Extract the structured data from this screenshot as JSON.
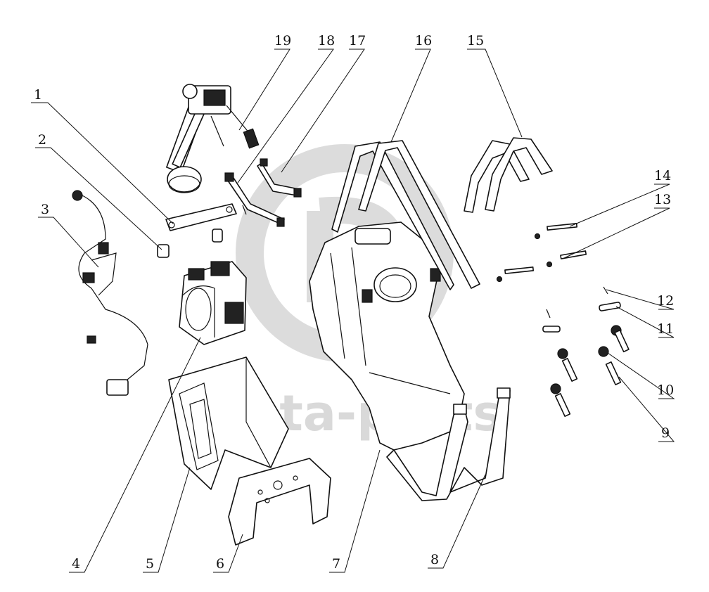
{
  "watermark": {
    "text": "data-parts"
  },
  "callouts": [
    {
      "id": "callout-1",
      "label": "1"
    },
    {
      "id": "callout-2",
      "label": "2"
    },
    {
      "id": "callout-3",
      "label": "3"
    },
    {
      "id": "callout-4",
      "label": "4"
    },
    {
      "id": "callout-5",
      "label": "5"
    },
    {
      "id": "callout-6",
      "label": "6"
    },
    {
      "id": "callout-7",
      "label": "7"
    },
    {
      "id": "callout-8",
      "label": "8"
    },
    {
      "id": "callout-9",
      "label": "9"
    },
    {
      "id": "callout-10",
      "label": "10"
    },
    {
      "id": "callout-11",
      "label": "11"
    },
    {
      "id": "callout-12",
      "label": "12"
    },
    {
      "id": "callout-13",
      "label": "13"
    },
    {
      "id": "callout-14",
      "label": "14"
    },
    {
      "id": "callout-15",
      "label": "15"
    },
    {
      "id": "callout-16",
      "label": "16"
    },
    {
      "id": "callout-17",
      "label": "17"
    },
    {
      "id": "callout-18",
      "label": "18"
    },
    {
      "id": "callout-19",
      "label": "19"
    }
  ]
}
